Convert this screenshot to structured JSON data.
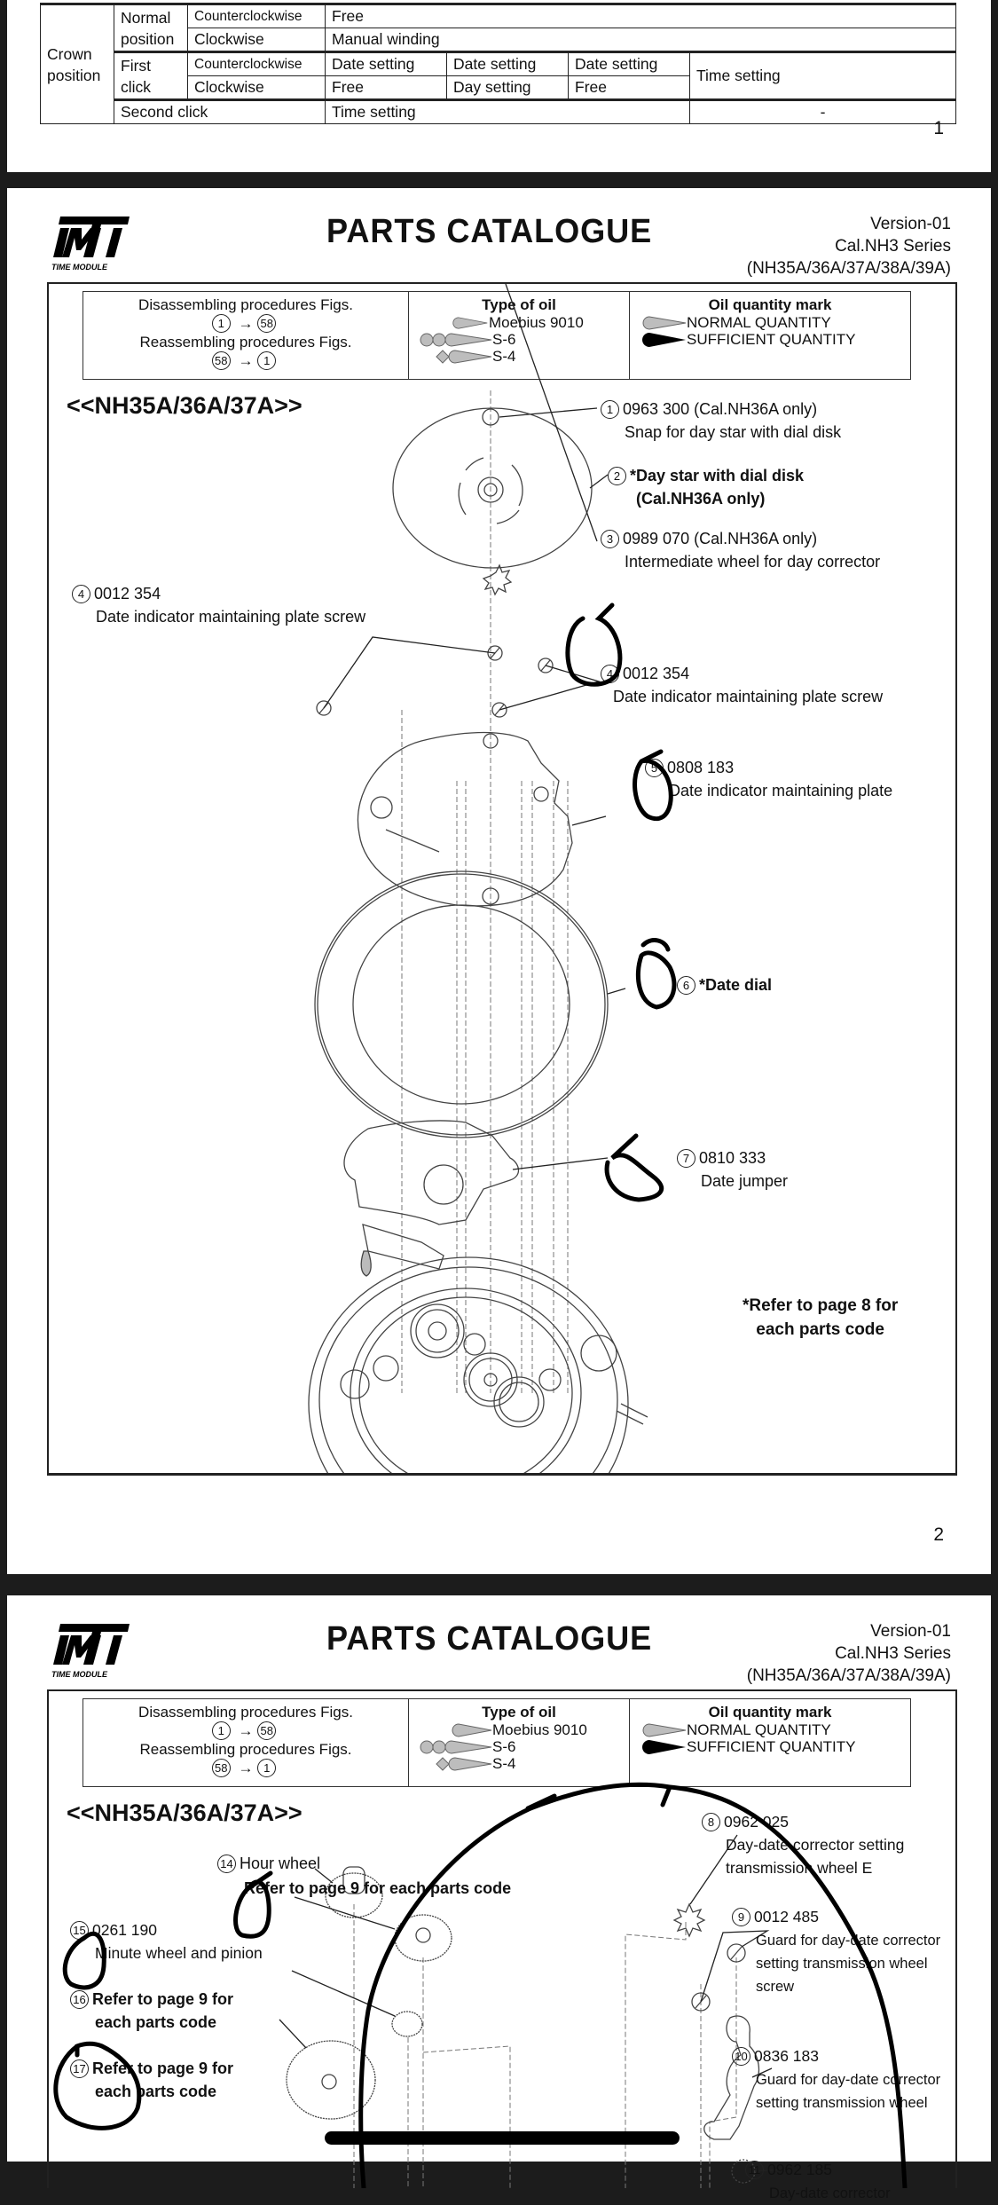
{
  "page1": {
    "crown_table": {
      "row_header": "Crown position",
      "normal_position": {
        "label": "Normal position",
        "counterclockwise": {
          "label": "Counterclockwise",
          "value": "Free"
        },
        "clockwise": {
          "label": "Clockwise",
          "value": "Manual winding"
        }
      },
      "first_click": {
        "label": "First click",
        "counterclockwise": {
          "label": "Counterclockwise",
          "values": [
            "Date setting",
            "Date setting",
            "Date setting"
          ]
        },
        "clockwise": {
          "label": "Clockwise",
          "values": [
            "Free",
            "Day setting",
            "Free"
          ]
        },
        "merged_value": "Time setting"
      },
      "second_click": {
        "label": "Second click",
        "value": "Time setting",
        "last": "-"
      }
    },
    "page_number": "1"
  },
  "header": {
    "logo_text": "TMI",
    "logo_subtext": "TIME MODULE",
    "title": "PARTS  CATALOGUE",
    "version": "Version-01",
    "series": "Cal.NH3 Series",
    "models": "(NH35A/36A/37A/38A/39A)"
  },
  "legend": {
    "disassembling": "Disassembling procedures Figs.",
    "disassembling_from": "1",
    "disassembling_to": "58",
    "reassembling": "Reassembling procedures Figs.",
    "reassembling_from": "58",
    "reassembling_to": "1",
    "arrow": "→",
    "oil_type_title": "Type of oil",
    "oil_types": [
      "Moebius 9010",
      "S-6",
      "S-4"
    ],
    "oil_qty_title": "Oil quantity mark",
    "oil_qty": [
      "NORMAL QUANTITY",
      "SUFFICIENT QUANTITY"
    ],
    "oil_color": "#bdbdbd"
  },
  "page2": {
    "section": "<<NH35A/36A/37A>>",
    "parts": [
      {
        "num": "1",
        "code": "0963 300 (Cal.NH36A only)",
        "name": "Snap for day star with dial disk"
      },
      {
        "num": "2",
        "code": "*Day star with dial disk",
        "name": "(Cal.NH36A only)"
      },
      {
        "num": "3",
        "code": "0989 070 (Cal.NH36A only)",
        "name": "Intermediate wheel for day corrector"
      },
      {
        "num": "4",
        "code": "0012 354",
        "name": "Date indicator maintaining plate screw"
      },
      {
        "num": "4",
        "code": "0012 354",
        "name": "Date indicator maintaining plate screw"
      },
      {
        "num": "5",
        "code": "0808 183",
        "name": "Date indicator maintaining plate"
      },
      {
        "num": "6",
        "code": "*Date dial",
        "name": ""
      },
      {
        "num": "7",
        "code": "0810 333",
        "name": "Date jumper"
      }
    ],
    "note": [
      "*Refer to page 8 for",
      "each parts code"
    ],
    "page_number": "2"
  },
  "page3": {
    "section": "<<NH35A/36A/37A>>",
    "parts": [
      {
        "num": "8",
        "code": "0962 025",
        "name": [
          "Day-date corrector setting",
          "transmission wheel E"
        ]
      },
      {
        "num": "9",
        "code": "0012 485",
        "name": [
          "Guard for day-date corrector",
          "setting transmission wheel",
          "screw"
        ]
      },
      {
        "num": "10",
        "code": "0836 183",
        "name": [
          "Guard for day-date corrector",
          "setting transmission wheel"
        ]
      },
      {
        "num": "11",
        "code": "0962 185",
        "name": [
          "Day-date corrector"
        ]
      },
      {
        "num": "14",
        "code": "Hour wheel",
        "name": [
          "Refer to page 9 for each parts code"
        ]
      },
      {
        "num": "15",
        "code": "0261 190",
        "name": [
          "Minute wheel and pinion"
        ]
      },
      {
        "num": "16",
        "code": "Refer to page 9 for",
        "name": [
          "each parts code"
        ]
      },
      {
        "num": "17",
        "code": "Refer to page 9 for",
        "name": [
          "each parts code"
        ]
      }
    ]
  }
}
